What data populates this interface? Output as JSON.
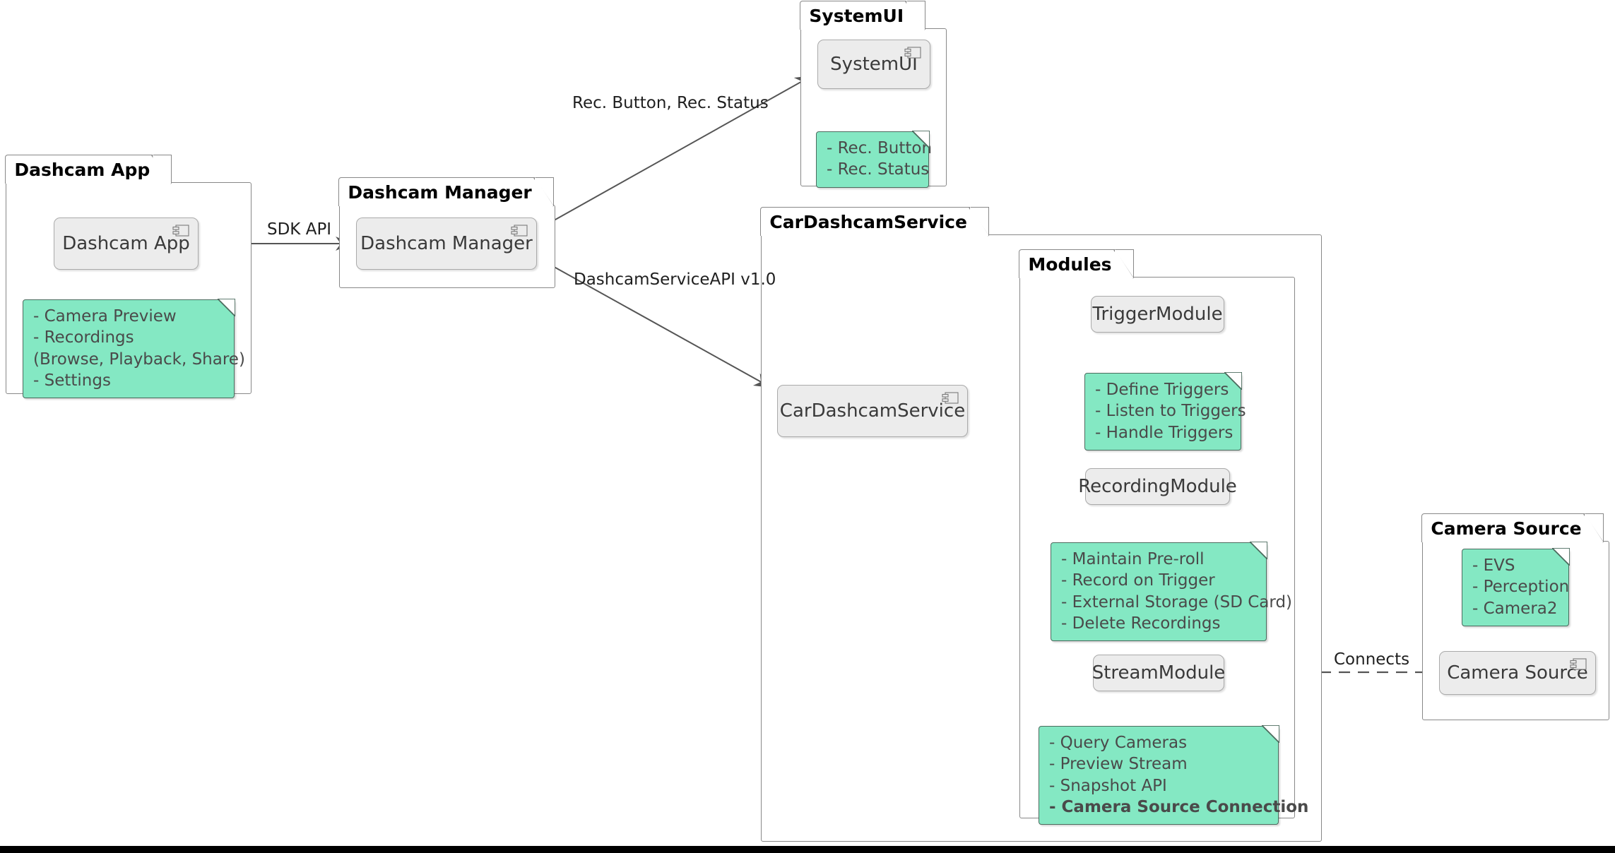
{
  "diagram": {
    "title": "Dashcam architecture component diagram",
    "colors": {
      "note_fill": "#84E8C3",
      "note_border": "#4C6B5E",
      "component_fill": "#ECECEC",
      "component_border": "#AAAAAA",
      "package_border": "#888888",
      "edge": "#555555",
      "text": "#4A4A4A"
    }
  },
  "packages": {
    "dashcam_app": {
      "label": "Dashcam App"
    },
    "dashcam_manager": {
      "label": "Dashcam Manager"
    },
    "system_ui": {
      "label": "SystemUI"
    },
    "car_dashcam_service": {
      "label": "CarDashcamService"
    },
    "modules": {
      "label": "Modules"
    },
    "camera_source": {
      "label": "Camera Source"
    }
  },
  "components": {
    "dashcam_app": {
      "label": "Dashcam App",
      "icon": "uml-component-icon"
    },
    "dashcam_manager": {
      "label": "Dashcam Manager",
      "icon": "uml-component-icon"
    },
    "system_ui": {
      "label": "SystemUI",
      "icon": "uml-component-icon"
    },
    "car_dashcam_service": {
      "label": "CarDashcamService",
      "icon": "uml-component-icon"
    },
    "trigger_module": {
      "label": "TriggerModule"
    },
    "recording_module": {
      "label": "RecordingModule"
    },
    "stream_module": {
      "label": "StreamModule"
    },
    "camera_source": {
      "label": "Camera Source",
      "icon": "uml-component-icon"
    }
  },
  "notes": {
    "dashcam_app": {
      "lines": [
        {
          "text": "- Camera Preview",
          "bold": false
        },
        {
          "text": "- Recordings",
          "bold": false
        },
        {
          "text": "  (Browse, Playback, Share)",
          "bold": false
        },
        {
          "text": "- Settings",
          "bold": false
        }
      ]
    },
    "system_ui": {
      "lines": [
        {
          "text": "- Rec. Button",
          "bold": false
        },
        {
          "text": "- Rec. Status",
          "bold": false
        }
      ]
    },
    "trigger_module": {
      "lines": [
        {
          "text": "- Define Triggers",
          "bold": false
        },
        {
          "text": "- Listen to Triggers",
          "bold": false
        },
        {
          "text": "- Handle Triggers",
          "bold": false
        }
      ]
    },
    "recording_module": {
      "lines": [
        {
          "text": "- Maintain Pre-roll",
          "bold": false
        },
        {
          "text": "- Record on Trigger",
          "bold": false
        },
        {
          "text": "- External Storage (SD Card)",
          "bold": false
        },
        {
          "text": "- Delete Recordings",
          "bold": false
        }
      ]
    },
    "stream_module": {
      "lines": [
        {
          "text": "- Query Cameras",
          "bold": false
        },
        {
          "text": "- Preview Stream",
          "bold": false
        },
        {
          "text": "- Snapshot API",
          "bold": false
        },
        {
          "text": "- Camera Source Connection",
          "bold": true
        }
      ]
    },
    "camera_source": {
      "lines": [
        {
          "text": "- EVS",
          "bold": false
        },
        {
          "text": "- Perception",
          "bold": false
        },
        {
          "text": "- Camera2",
          "bold": false
        }
      ]
    }
  },
  "edges": {
    "sdk_api": {
      "label": "SDK API"
    },
    "rec_button_status": {
      "label": "Rec. Button, Rec. Status"
    },
    "dashcam_service_api": {
      "label": "DashcamServiceAPI v1.0"
    },
    "connects": {
      "label": "Connects"
    }
  }
}
